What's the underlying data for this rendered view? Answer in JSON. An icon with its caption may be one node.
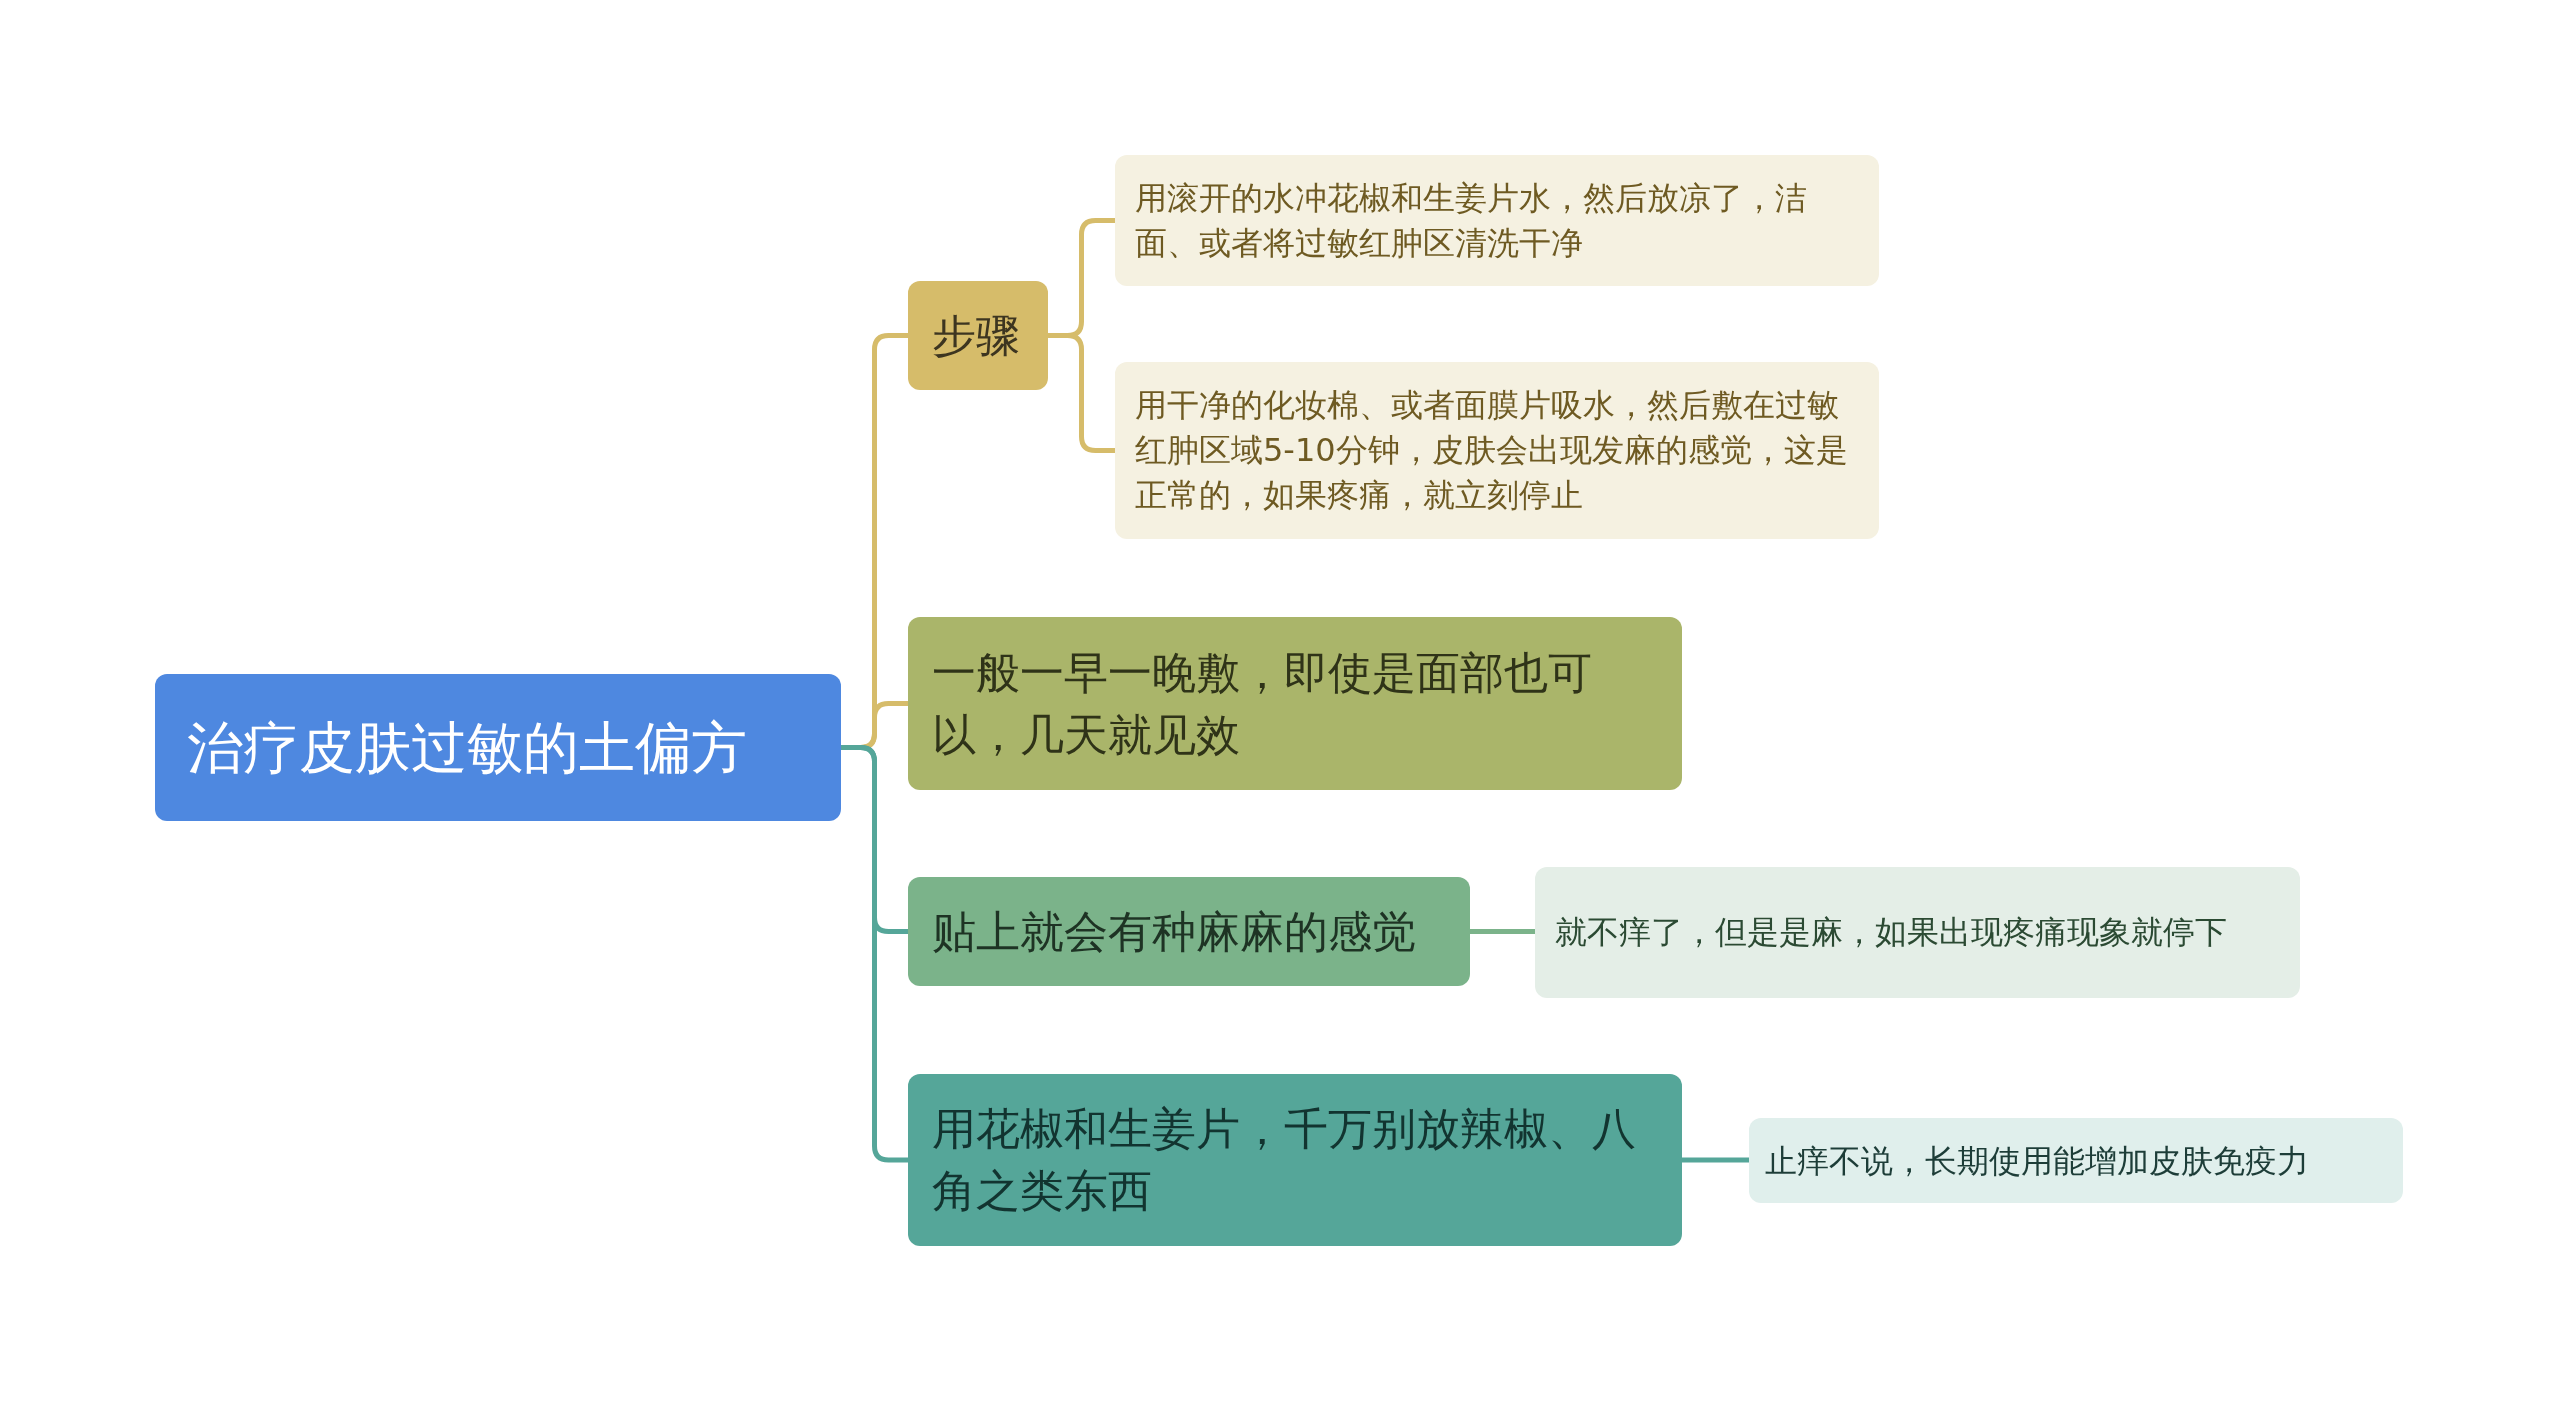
{
  "diagram": {
    "nodes": [
      {
        "text": [
          "治疗皮肤过敏的土偏方"
        ]
      },
      {
        "text": [
          "步骤"
        ]
      },
      {
        "text": [
          "用滚开的水冲花椒和生姜片水，然后放凉了，洁面、或者将过敏红肿区清洗干净"
        ]
      },
      {
        "text": [
          "用干净的化妆棉、或者面膜片吸水，然后敷在过敏红肿区域5-10分钟，皮肤会出现发麻的感觉，这是正常的，如果疼痛，就立刻停止"
        ]
      },
      {
        "text": [
          "一般一早一晚敷，即使是面部也可以，几天就见效"
        ]
      },
      {
        "text": [
          "贴上就会有种麻麻的感觉"
        ]
      },
      {
        "text": [
          "就不痒了，但是是麻，如果出现疼痛现象就停下"
        ]
      },
      {
        "text": [
          "用花椒和生姜片，千万别放辣椒、八角之类东西"
        ]
      },
      {
        "text": [
          "止痒不说，长期使用能增加皮肤免疫力"
        ]
      }
    ],
    "edges": [
      {
        "from": 0,
        "to": 1,
        "arrow": "none",
        "color": "#d6bc6a"
      },
      {
        "from": 0,
        "to": 4,
        "arrow": "none",
        "color": "#d6bc6a"
      },
      {
        "from": 0,
        "to": 5,
        "arrow": "none",
        "color": "#55a699"
      },
      {
        "from": 0,
        "to": 7,
        "arrow": "none",
        "color": "#55a699"
      },
      {
        "from": 1,
        "to": 2,
        "arrow": "none",
        "color": "#d6bc6a"
      },
      {
        "from": 1,
        "to": 3,
        "arrow": "none",
        "color": "#d6bc6a"
      },
      {
        "from": 5,
        "to": 6,
        "arrow": "none",
        "color": "#7bb38a"
      },
      {
        "from": 7,
        "to": 8,
        "arrow": "none",
        "color": "#55a699"
      }
    ]
  }
}
